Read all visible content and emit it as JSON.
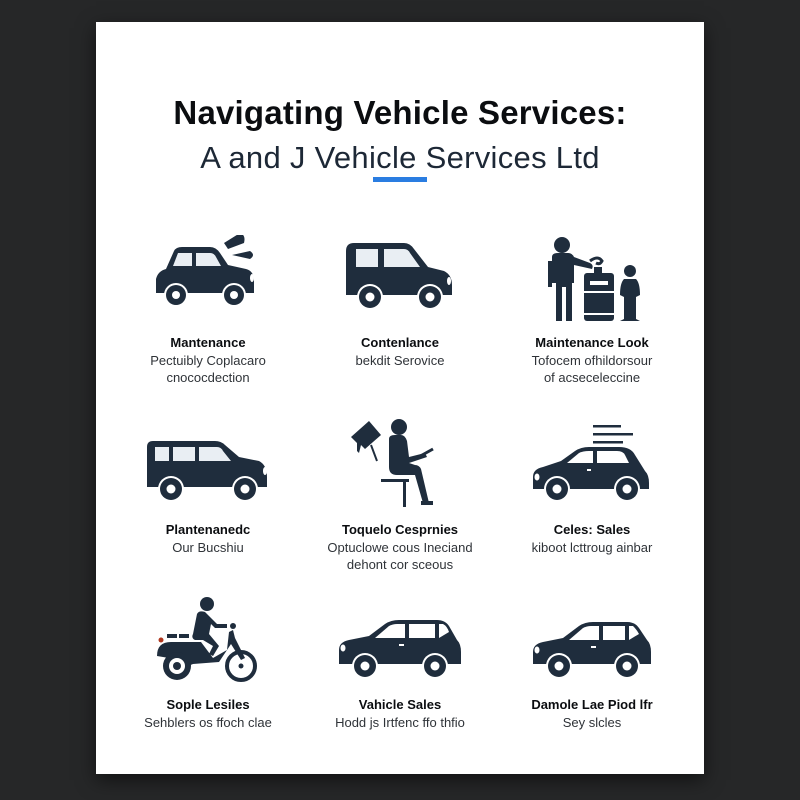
{
  "header": {
    "title": "Navigating Vehicle Services:",
    "subtitle": "A and J Vehicle Services Ltd",
    "accent_color": "#2a7de1"
  },
  "colors": {
    "icon": "#1f2d3d",
    "background": "#262728",
    "card": "#ffffff"
  },
  "tiles": [
    {
      "icon": "car-with-alert-icon",
      "label": "Mantenance",
      "desc_line1": "Pectuibly Coplacaro",
      "desc_line2": "cnococdection"
    },
    {
      "icon": "van-icon",
      "label": "Contenlance",
      "desc_line1": "bekdit Serovice",
      "desc_line2": ""
    },
    {
      "icon": "person-fuel-pump-icon",
      "label": "Maintenance Look",
      "desc_line1": "Tofocem ofhildorsour",
      "desc_line2": "of acseceleccine"
    },
    {
      "icon": "minivan-icon",
      "label": "Plantenanedc",
      "desc_line1": "Our Bucshiu",
      "desc_line2": ""
    },
    {
      "icon": "seated-person-icon",
      "label": "Toquelo Cesprnies",
      "desc_line1": "Optuclowe cous Ineciand",
      "desc_line2": "dehont cor sceous"
    },
    {
      "icon": "fast-car-icon",
      "label": "Celes: Sales",
      "desc_line1": "kiboot lcttroug ainbar",
      "desc_line2": ""
    },
    {
      "icon": "motorcycle-rider-icon",
      "label": "Sople Lesiles",
      "desc_line1": "Sehblers os ffoch clae",
      "desc_line2": ""
    },
    {
      "icon": "suv-icon",
      "label": "Vahicle Sales",
      "desc_line1": "Hodd js Irtfenc ffo thfio",
      "desc_line2": ""
    },
    {
      "icon": "hatchback-icon",
      "label": "Damole Lae Piod lfr",
      "desc_line1": "Sey slcles",
      "desc_line2": ""
    }
  ]
}
